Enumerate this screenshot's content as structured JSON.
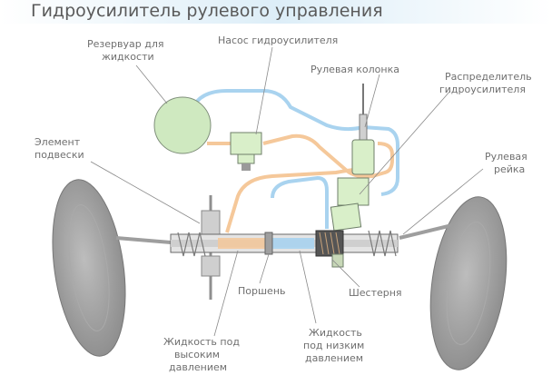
{
  "title": "Гидроусилитель рулевого управления",
  "labels": {
    "reservoir": [
      "Резервуар для",
      "жидкости"
    ],
    "pump": [
      "Насос гидроусилителя"
    ],
    "column": [
      "Рулевая колонка"
    ],
    "distributor": [
      "Распределитель",
      "гидроусилителя"
    ],
    "suspension": [
      "Элемент",
      "подвески"
    ],
    "rack": [
      "Рулевая",
      "рейка"
    ],
    "piston": [
      "Поршень"
    ],
    "pinion": [
      "Шестерня"
    ],
    "high_pressure": [
      "Жидкость под",
      "высоким",
      "давлением"
    ],
    "low_pressure": [
      "Жидкость",
      "под низким",
      "давлением"
    ]
  },
  "colors": {
    "high_pressure_line": "#f5c89a",
    "low_pressure_line": "#a9d3ef",
    "reservoir_fill": "#cfe9c0",
    "component_fill": "#d9efc9",
    "tire": "#9a9a9a",
    "metal": "#c8c8c8"
  }
}
